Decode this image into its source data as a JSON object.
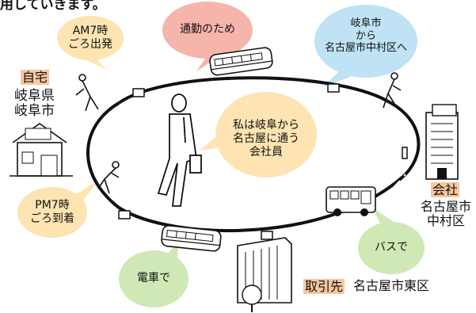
{
  "header_text": "用していきます。",
  "colors": {
    "orange_bubble": "#fde4b2",
    "pink_bubble": "#f6b5ab",
    "blue_bubble": "#bfe2f5",
    "green_bubble": "#cfe8b5",
    "tag_fill": "#f7c79e"
  },
  "bubbles": {
    "am_departure": [
      "AM7時",
      "ごろ出発"
    ],
    "commute_purpose": "通勤のため",
    "route": [
      "岐阜市",
      "から",
      "名古屋市中村区へ"
    ],
    "self_intro": [
      "私は岐阜から",
      "名古屋に通う",
      "会社員"
    ],
    "pm_arrival": [
      "PM7時",
      "ごろ到着"
    ],
    "by_bus": "バスで",
    "by_train": "電車で"
  },
  "home": {
    "tag": "自宅",
    "location": [
      "岐阜県",
      "岐阜市"
    ]
  },
  "office": {
    "tag": "会社",
    "location": [
      "名古屋市",
      "中村区"
    ]
  },
  "client": {
    "tag": "取引先",
    "location": "名古屋市東区"
  },
  "icons": [
    "house-icon",
    "office-building-icon",
    "client-building-icon",
    "train-icon",
    "bus-icon",
    "walking-person-icon",
    "businessman-icon"
  ]
}
